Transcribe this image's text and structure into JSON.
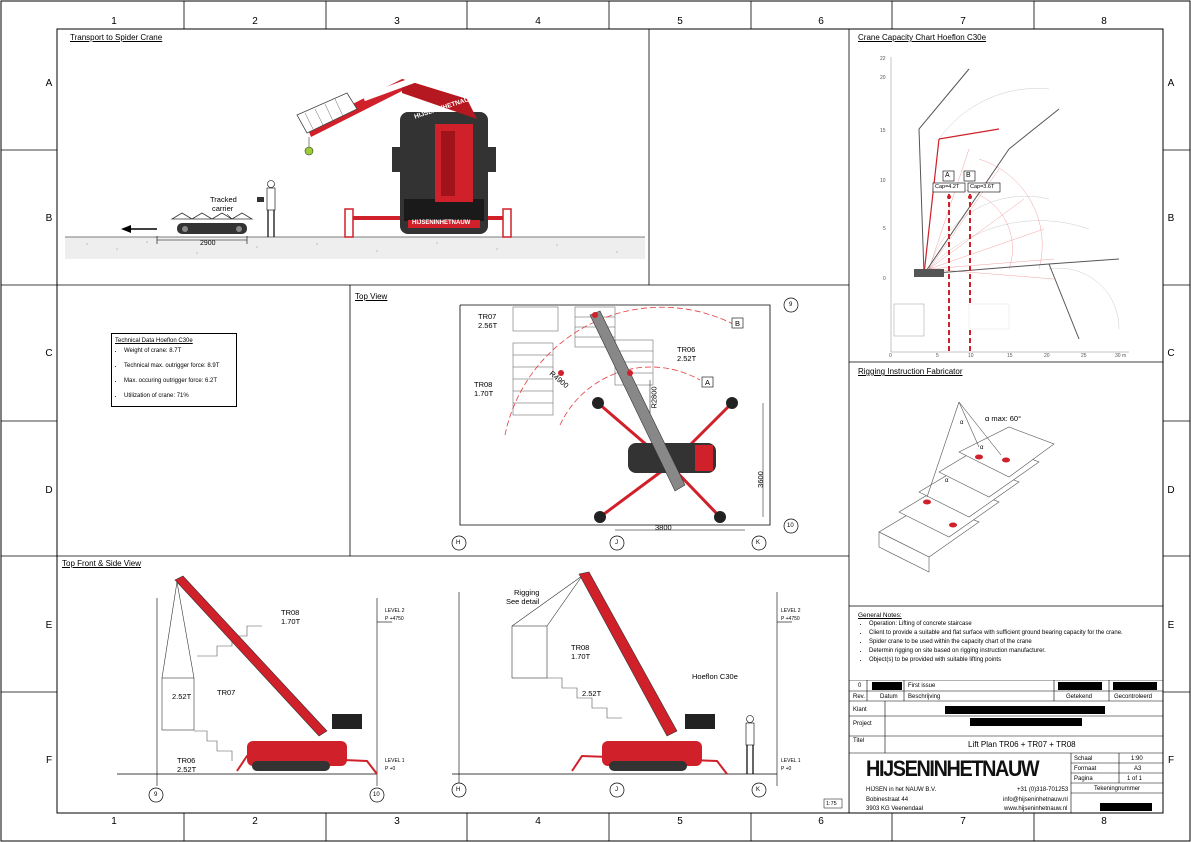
{
  "zones": {
    "columns": [
      "1",
      "2",
      "3",
      "4",
      "5",
      "6",
      "7",
      "8"
    ],
    "rows": [
      "A",
      "B",
      "C",
      "D",
      "E",
      "F"
    ]
  },
  "transport": {
    "title": "Transport to Spider Crane",
    "carrier_label_1": "Tracked",
    "carrier_label_2": "carrier",
    "dimension": "2900",
    "crane_brand": "HIJSENINHETNAUW",
    "crane_brand_rear": "HIJSENINHETNAUW"
  },
  "capacity_chart": {
    "title": "Crane Capacity Chart Hoeflon C30e",
    "marker_a": "A",
    "marker_b": "B",
    "cap_a": "Cap=4.2T",
    "cap_b": "Cap=3.6T",
    "y_ticks": [
      "22",
      "20",
      "15",
      "10",
      "5",
      "0"
    ],
    "x_ticks": [
      "0",
      "5",
      "10",
      "15",
      "20",
      "25",
      "30 m"
    ]
  },
  "technical_data": {
    "heading": "Technical Data Hoeflon C30e",
    "items": [
      "Weight of crane: 8.7T",
      "Technical max. outrigger force: 8.9T",
      "Max. occuring outrigger force: 6.2T",
      "Utilization of crane: 71%"
    ]
  },
  "top_view": {
    "title": "Top View",
    "tr07": "TR07",
    "tr07_w": "2.56T",
    "tr06": "TR06",
    "tr06_w": "2.52T",
    "tr08": "TR08",
    "tr08_w": "1.70T",
    "radius_a": "R4900",
    "radius_b": "R2800",
    "marker_a": "A",
    "marker_b": "B",
    "dim_h": "3800",
    "dim_v": "3600",
    "grid_h": "H",
    "grid_j": "J",
    "grid_k": "K",
    "grid_9": "9",
    "grid_10": "10"
  },
  "rigging": {
    "title": "Rigging Instruction Fabricator",
    "alpha_max": "α max: 60°",
    "alpha": "α"
  },
  "front_side": {
    "title": "Top Front & Side View",
    "tr08": "TR08",
    "tr08_w": "1.70T",
    "tr07": "TR07",
    "tr07_w": "2.52T",
    "tr06": "TR06",
    "tr06_w": "2.52T",
    "level2": "LEVEL 2",
    "level2_val": "P +4750",
    "level1": "LEVEL 1",
    "level1_val": "P +0",
    "rigging_label_1": "Rigging",
    "rigging_label_2": "See detail",
    "tr08_b": "TR08",
    "tr08_b_w": "1.70T",
    "tr_b_w": "2.52T",
    "crane_model": "Hoeflon C30e",
    "grid_9": "9",
    "grid_10": "10",
    "grid_h": "H",
    "grid_j": "J",
    "grid_k": "K",
    "scale": "1:75"
  },
  "general_notes": {
    "heading": "General Notes:",
    "items": [
      "Operation: Lifting of concrete staircase",
      "Client to provide a suitable and flat surface with sufficient ground bearing capacity for the crane.",
      "Spider crane to be used within the capacity chart of the crane",
      "Determin rigging on site based on rigging instruction manufacturer.",
      "Object(s) to be provided with suitable lifting points"
    ]
  },
  "title_block": {
    "rev": "0",
    "rev_desc": "First issue",
    "col_rev": "Rev.",
    "col_date": "Datum",
    "col_desc": "Beschrijving",
    "col_drawn": "Getekend",
    "col_checked": "Gecontroleerd",
    "klant": "Klant",
    "project": "Project",
    "titel": "Titel",
    "title_value": "Lift Plan TR06 + TR07 + TR08",
    "logo": "HIJSENINHETNAUW",
    "company": "HIJSEN in het NAUW B.V.",
    "address1": "Bobinestraat 44",
    "address2": "3903 KG Veenendaal",
    "phone": "+31 (0)318-701253",
    "email": "info@hijseninhetnauw.nl",
    "web": "www.hijseninhetnauw.nl",
    "schaal_label": "Schaal",
    "schaal": "1:90",
    "formaat_label": "Formaat",
    "formaat": "A3",
    "pagina_label": "Pagina",
    "pagina": "1 of 1",
    "tekening_label": "Tekeningnummer"
  }
}
